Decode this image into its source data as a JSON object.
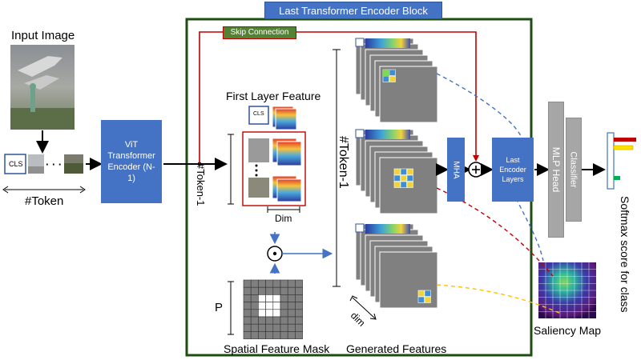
{
  "title": "Last Transformer Encoder Block",
  "skip_connection": "Skip Connection",
  "input_image": "Input Image",
  "cls_token": "CLS",
  "dots": "· · ·",
  "token_dim": "#Token",
  "vit_encoder": "ViT Transformer Encoder (N-1)",
  "first_layer_feature": "First Layer Feature",
  "cls_small": "CLS",
  "token_minus_1_small": "#Token-1",
  "dim_label": "Dim",
  "token_minus_1_large": "#Token-1",
  "hadamard": "⊙",
  "p_label": "P",
  "spatial_feature_mask": "Spatial Feature Mask",
  "generated_features": "Generated Features",
  "dim_lower": "dim",
  "mha": "MHA",
  "plus": "⊕",
  "last_encoder_layers": "Last Encoder Layers",
  "mlp_head": "MLP Head",
  "classifier": "Classifier",
  "softmax": "Softmax score for class",
  "saliency_map": "Saliency Map",
  "colors": {
    "blue_box": "#4472c4",
    "green_frame": "#1e4d12",
    "skip_box": "#548235",
    "red_line": "#c00000",
    "gray_stack": "#808080",
    "bar_red": "#c00000",
    "bar_yellow": "#ffe000",
    "bar_green": "#00b050"
  },
  "icons": [
    "airplane-statue-photo",
    "heatmap-thumbnail",
    "saliency-heatmap"
  ]
}
